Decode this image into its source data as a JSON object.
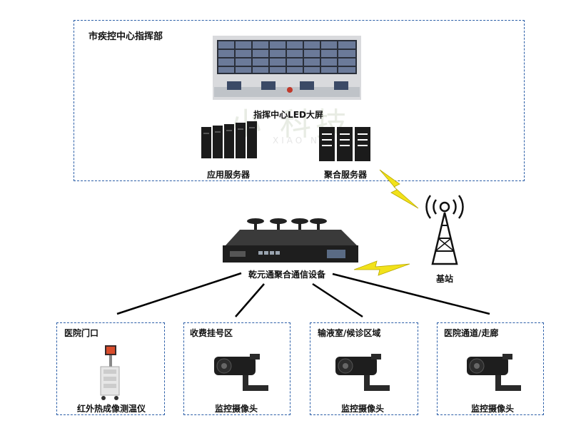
{
  "command_center": {
    "title": "市疾控中心指挥部",
    "led_screen_label": "指挥中心LED大屏",
    "app_server_label": "应用服务器",
    "agg_server_label": "聚合服务器"
  },
  "device": {
    "label": "乾元通聚合通信设备"
  },
  "base_station": {
    "label": "基站"
  },
  "sites": [
    {
      "title": "医院门口",
      "device_label": "红外热成像测温仪"
    },
    {
      "title": "收费挂号区",
      "device_label": "监控摄像头"
    },
    {
      "title": "输液室/候诊区域",
      "device_label": "监控摄像头"
    },
    {
      "title": "医院通道/走廊",
      "device_label": "监控摄像头"
    }
  ],
  "watermark": {
    "cn": "小   科技",
    "en": "XIAO          NOLOGY"
  },
  "colors": {
    "frame": "#2b5ea7",
    "lightning": "#f2e21a",
    "screen": "#2a2f3a",
    "server": "#1b1b1b"
  }
}
